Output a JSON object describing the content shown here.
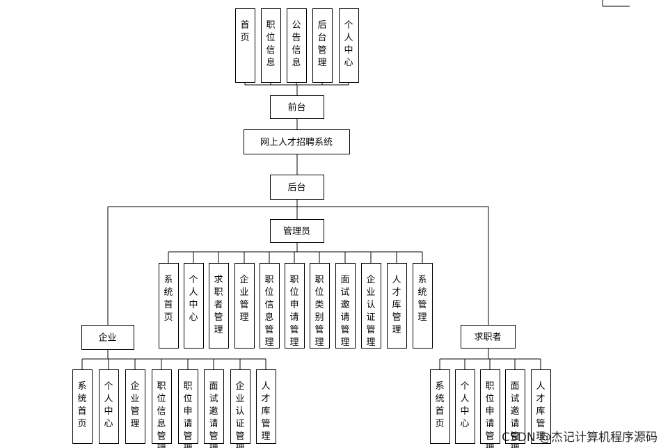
{
  "root": "网上人才招聘系统",
  "front": {
    "label": "前台",
    "children": [
      "首页",
      "职位信息",
      "公告信息",
      "后台管理",
      "个人中心"
    ]
  },
  "back": {
    "label": "后台",
    "admin": {
      "label": "管理员",
      "children": [
        "系统首页",
        "个人中心",
        "求职者管理",
        "企业管理",
        "职位信息管理",
        "职位申请管理",
        "职位类别管理",
        "面试邀请管理",
        "企业认证管理",
        "人才库管理",
        "系统管理"
      ]
    },
    "enterprise": {
      "label": "企业",
      "children": [
        "系统首页",
        "个人中心",
        "企业管理",
        "职位信息管理",
        "职位申请管理",
        "面试邀请管理",
        "企业认证管理",
        "人才库管理"
      ]
    },
    "jobseeker": {
      "label": "求职者",
      "children": [
        "系统首页",
        "个人中心",
        "职位申请管理",
        "面试邀请管理",
        "人才库管理"
      ]
    }
  },
  "watermark": "CSDN @杰记计算机程序源码"
}
